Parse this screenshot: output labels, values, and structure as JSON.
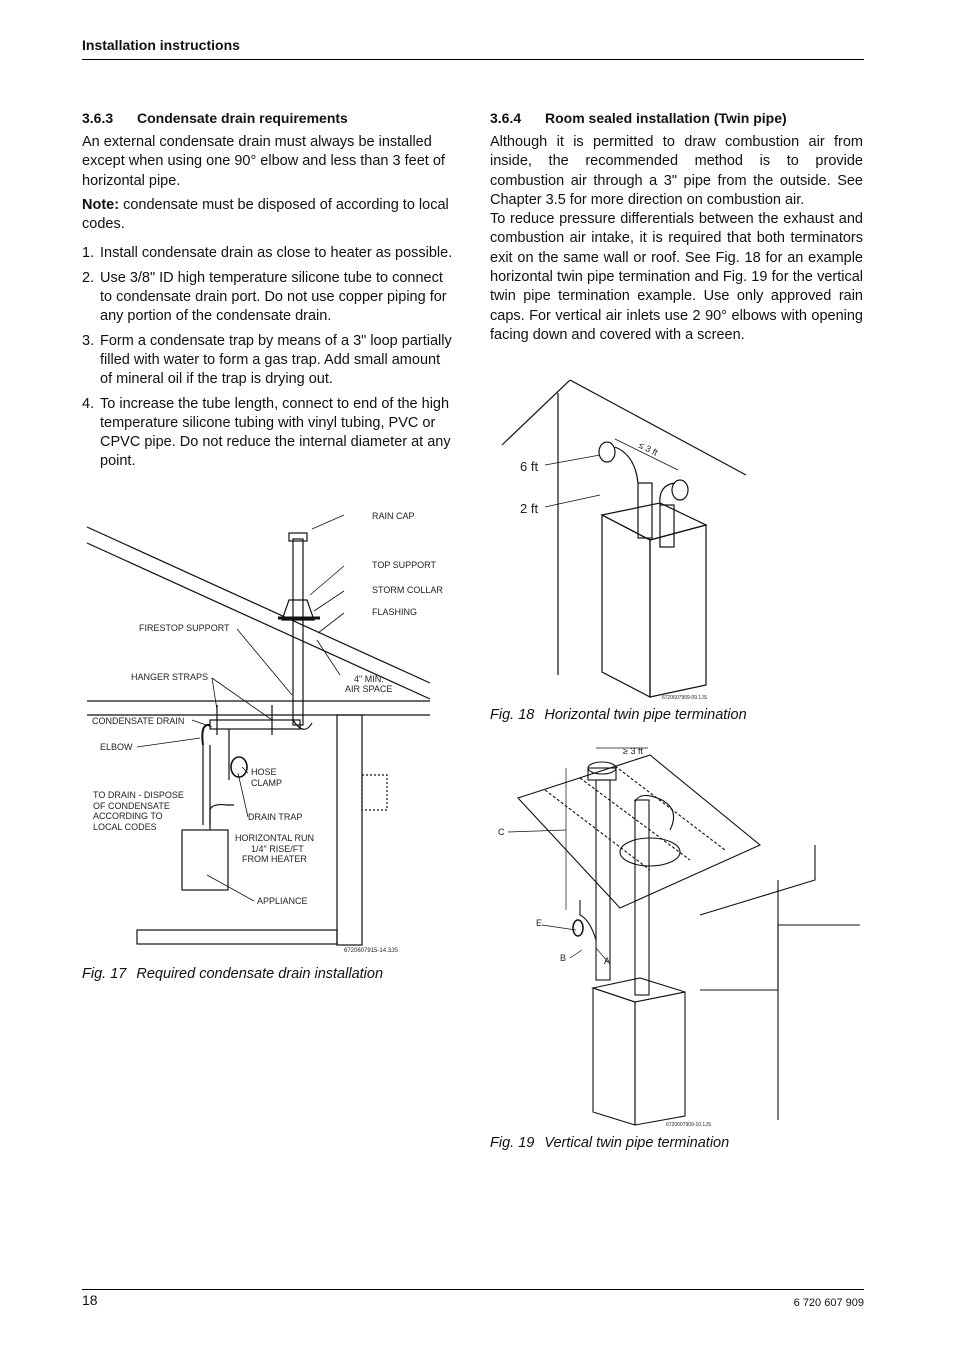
{
  "header": {
    "title": "Installation instructions"
  },
  "left": {
    "heading_num": "3.6.3",
    "heading_text": "Condensate drain requirements",
    "intro": "An external condensate drain must always be installed except when using one 90° elbow and less than 3 feet of horizontal pipe.",
    "note_label": "Note:",
    "note_text": " condensate must be disposed of according to local codes.",
    "steps": [
      {
        "n": "1.",
        "text": "Install condensate drain as close to heater as possible."
      },
      {
        "n": "2.",
        "text": "Use 3/8\" ID high temperature silicone tube to connect to condensate drain port. Do not use copper piping for any portion of the condensate drain."
      },
      {
        "n": "3.",
        "text": "Form a condensate trap by means of a 3\" loop partially filled with water to form a gas trap. Add small amount of mineral oil if the trap is drying out."
      },
      {
        "n": "4.",
        "text": "To increase the tube length, connect to end of the high temperature silicone tubing with vinyl tubing, PVC or CPVC pipe. Do not reduce the internal diameter at any point."
      }
    ],
    "fig17": {
      "labels": {
        "rain_cap": "RAIN CAP",
        "top_support": "TOP SUPPORT",
        "storm_collar": "STORM COLLAR",
        "flashing": "FLASHING",
        "firestop_support": "FIRESTOP SUPPORT",
        "hanger_straps": "HANGER STRAPS",
        "min_air_1": "4\" MIN.",
        "min_air_2": "AIR SPACE",
        "condensate_drain": "CONDENSATE DRAIN",
        "elbow": "ELBOW",
        "hose_1": "HOSE",
        "hose_2": "CLAMP",
        "to_drain_1": "TO DRAIN - DISPOSE",
        "to_drain_2": "OF CONDENSATE",
        "to_drain_3": "ACCORDING TO",
        "to_drain_4": "LOCAL CODES",
        "drain_trap": "DRAIN TRAP",
        "horiz_1": "HORIZONTAL RUN",
        "horiz_2": "1/4\" RISE/FT",
        "horiz_3": "FROM HEATER",
        "appliance": "APPLIANCE",
        "code": "6720607915-14.3JS"
      },
      "caption_num": "Fig. 17",
      "caption_text": "Required condensate drain installation"
    }
  },
  "right": {
    "heading_num": "3.6.4",
    "heading_text": "Room sealed installation (Twin pipe)",
    "para1": "Although it is permitted to draw combustion air from inside, the recommended method is to provide combustion air through a 3\" pipe from the outside. See Chapter 3.5 for more direction on combustion air.",
    "para2": "To reduce pressure differentials between the exhaust and combustion air intake, it is required that both terminators exit on the same wall or roof. See Fig. 18 for an example horizontal twin pipe termination and Fig. 19 for the vertical twin pipe termination example. Use only approved rain caps. For vertical air inlets use 2 90° elbows with opening facing down and covered with a screen.",
    "fig18": {
      "label_6ft": "6 ft",
      "label_2ft": "2 ft",
      "label_3ft": "≤ 3 ft",
      "code": "6720607909-09.1JS",
      "caption_num": "Fig. 18",
      "caption_text": "Horizontal twin pipe termination"
    },
    "fig19": {
      "label_3ft": "≥ 3 ft",
      "label_c": "C",
      "label_e": "E",
      "label_b": "B",
      "label_a": "A",
      "code": "6720607909-10.1JS",
      "caption_num": "Fig. 19",
      "caption_text": "Vertical twin pipe termination"
    }
  },
  "footer": {
    "page": "18",
    "doc_id": "6 720 607 909"
  }
}
